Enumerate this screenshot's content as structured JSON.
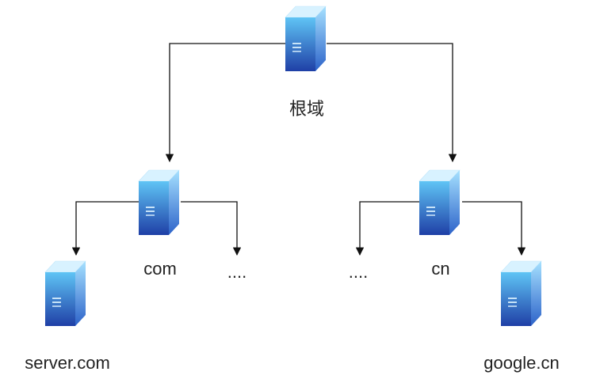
{
  "colors": {
    "server_front_top": "#5fc4f5",
    "server_front_bottom": "#1f3fa6",
    "server_side_top": "#9fdcff",
    "server_side_bottom": "#2d63c9",
    "server_top": "#d8f2ff",
    "connector": "#111111",
    "label": "#222222"
  },
  "nodes": {
    "root": {
      "label": "根域",
      "icon": "server-icon"
    },
    "com": {
      "label": "com",
      "icon": "server-icon"
    },
    "cn": {
      "label": "cn",
      "icon": "server-icon"
    },
    "server_com": {
      "label": "server.com",
      "icon": "server-icon"
    },
    "google_cn": {
      "label": "google.cn",
      "icon": "server-icon"
    },
    "com_more": {
      "label": "...."
    },
    "cn_more": {
      "label": "...."
    }
  },
  "edges": [
    {
      "from": "root",
      "to": "com"
    },
    {
      "from": "root",
      "to": "cn"
    },
    {
      "from": "com",
      "to": "server_com"
    },
    {
      "from": "com",
      "to": "com_more"
    },
    {
      "from": "cn",
      "to": "cn_more"
    },
    {
      "from": "cn",
      "to": "google_cn"
    }
  ]
}
